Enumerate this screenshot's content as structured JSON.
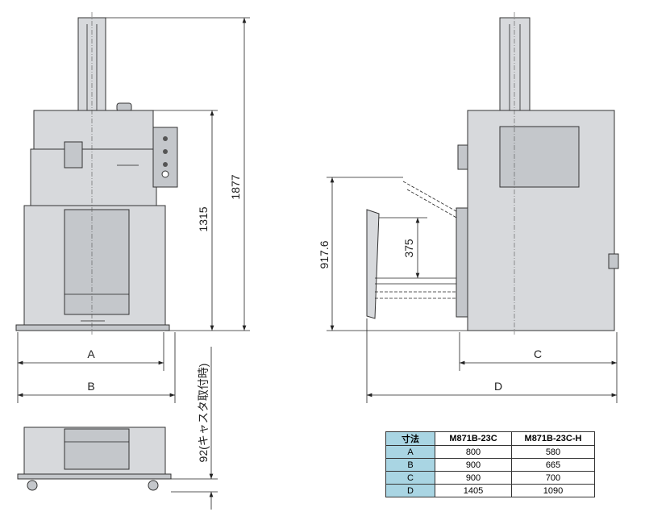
{
  "front_view": {
    "dim_height_total": "1877",
    "dim_height_body": "1315",
    "dim_width_a": "A",
    "dim_width_b": "B",
    "dim_caster": "92(キャスタ取付時)"
  },
  "side_view": {
    "dim_height_tray": "917.6",
    "dim_tray_gap": "375",
    "dim_depth_c": "C",
    "dim_depth_d": "D"
  },
  "table": {
    "headers": [
      "寸法",
      "M871B-23C",
      "M871B-23C-H"
    ],
    "rows": [
      [
        "A",
        "800",
        "580"
      ],
      [
        "B",
        "900",
        "665"
      ],
      [
        "C",
        "900",
        "700"
      ],
      [
        "D",
        "1405",
        "1090"
      ]
    ]
  },
  "colors": {
    "machine": "#d7d9dc",
    "table_header": "#a9d5e3"
  }
}
